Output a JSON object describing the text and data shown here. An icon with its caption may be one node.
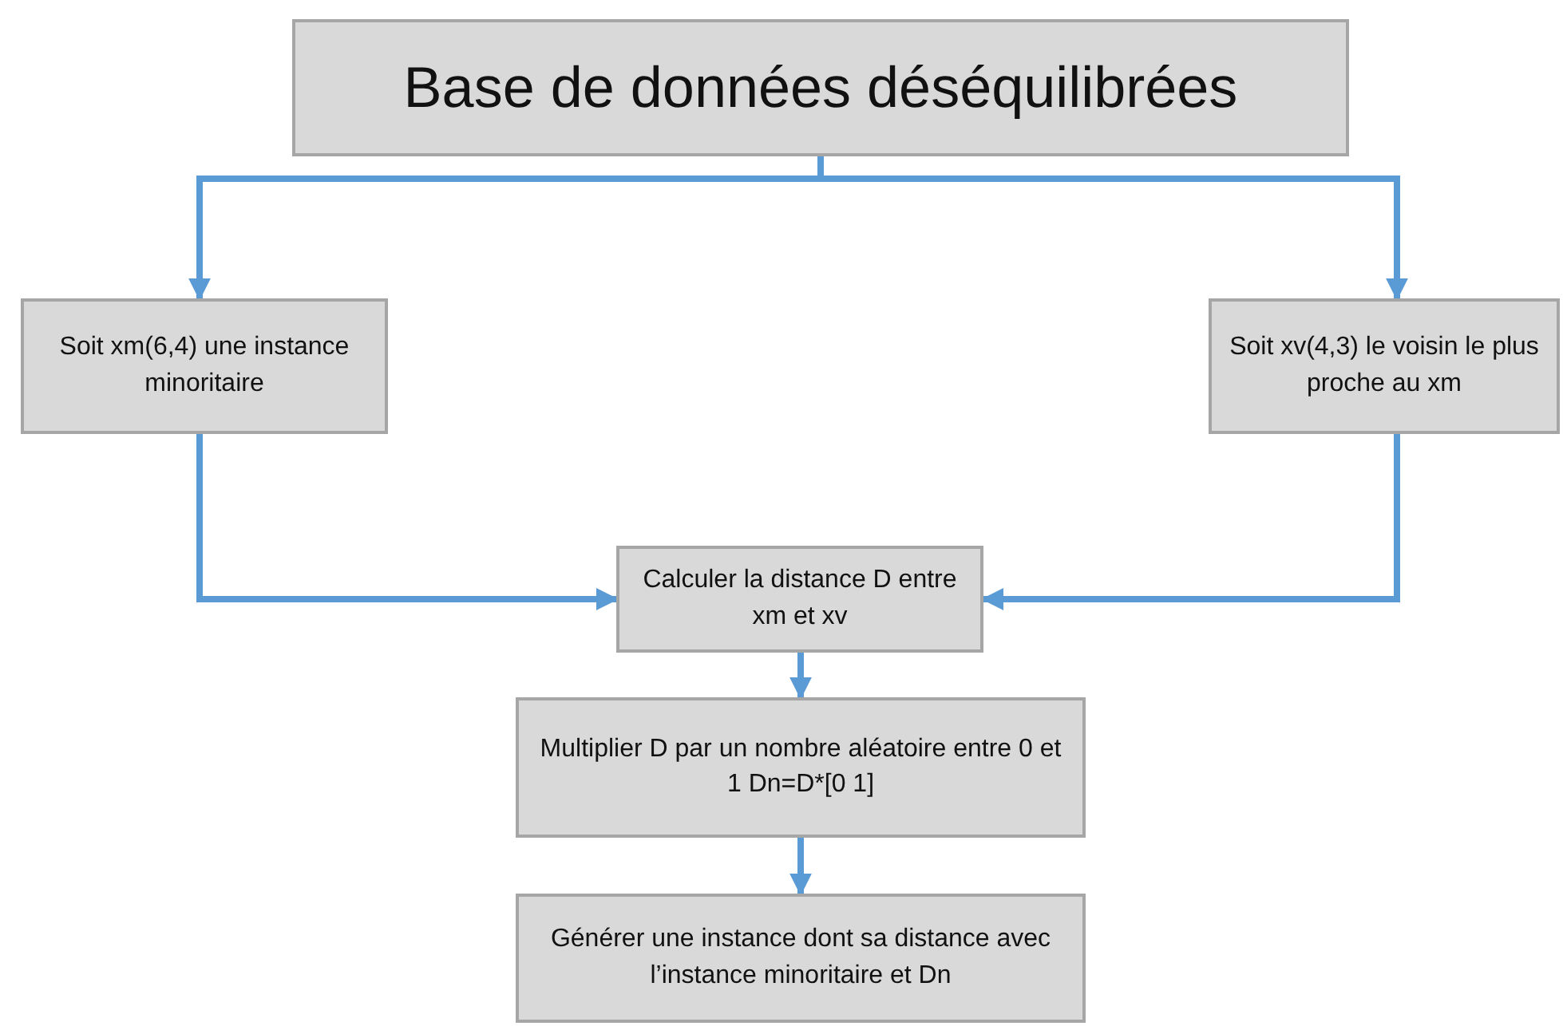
{
  "diagram": {
    "nodes": [
      {
        "text": [
          "Base de données déséquilibrées"
        ]
      },
      {
        "text": [
          "Soit xm(6,4) une instance minoritaire"
        ]
      },
      {
        "text": [
          "Soit xv(4,3) le voisin le plus proche au xm"
        ]
      },
      {
        "text": [
          "Calculer la distance D entre xm et xv"
        ]
      },
      {
        "text": [
          "Multiplier D par un nombre aléatoire entre 0 et 1 Dn=D*[0 1]"
        ]
      },
      {
        "text": [
          "Générer une instance dont sa distance avec l’instance minoritaire et Dn"
        ]
      }
    ],
    "edges": [
      {
        "from": 0,
        "to": 1,
        "arrow": "to"
      },
      {
        "from": 0,
        "to": 2,
        "arrow": "to"
      },
      {
        "from": 1,
        "to": 3,
        "arrow": "to"
      },
      {
        "from": 2,
        "to": 3,
        "arrow": "to"
      },
      {
        "from": 3,
        "to": 4,
        "arrow": "to"
      },
      {
        "from": 4,
        "to": 5,
        "arrow": "to"
      }
    ]
  }
}
